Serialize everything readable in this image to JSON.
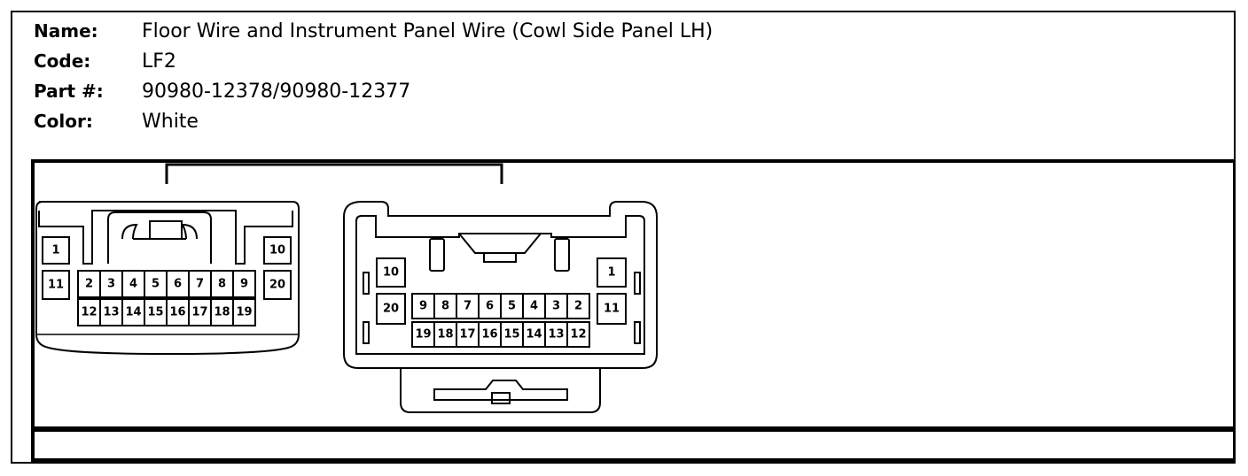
{
  "info": {
    "name_label": "Name:",
    "name_value": "Floor Wire and Instrument Panel Wire (Cowl Side Panel LH)",
    "code_label": "Code:",
    "code_value": "LF2",
    "part_label": "Part #:",
    "part_value": "90980-12378/90980-12377",
    "color_label": "Color:",
    "color_value": "White"
  },
  "left_connector": {
    "pin_1": "1",
    "pin_11": "11",
    "pin_10": "10",
    "pin_20": "20",
    "row_top": [
      "2",
      "3",
      "4",
      "5",
      "6",
      "7",
      "8",
      "9"
    ],
    "row_bottom": [
      "12",
      "13",
      "14",
      "15",
      "16",
      "17",
      "18",
      "19"
    ]
  },
  "right_connector": {
    "pin_10": "10",
    "pin_20": "20",
    "pin_1": "1",
    "pin_11": "11",
    "row_top": [
      "9",
      "8",
      "7",
      "6",
      "5",
      "4",
      "3",
      "2"
    ],
    "row_bottom": [
      "19",
      "18",
      "17",
      "16",
      "15",
      "14",
      "13",
      "12"
    ]
  }
}
